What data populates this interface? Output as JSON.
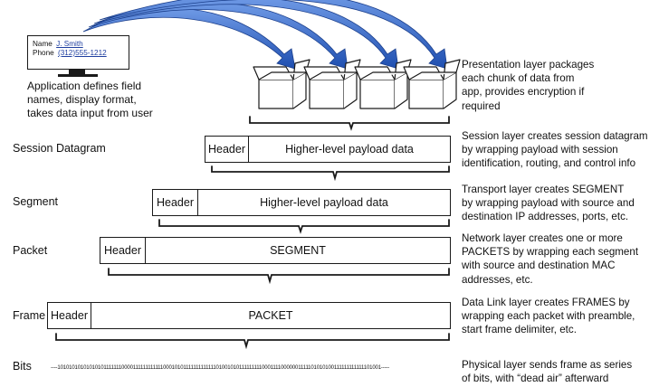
{
  "app_form": {
    "name_label": "Name",
    "name_value": "J. Smith",
    "phone_label": "Phone",
    "phone_value": "(312)555-1212"
  },
  "app_caption": [
    "Application defines field",
    "names, display format,",
    "takes data input from user"
  ],
  "presentation_desc": [
    "Presentation layer packages",
    "each chunk of data from",
    "app, provides encryption if",
    "required"
  ],
  "session": {
    "label": "Session Datagram",
    "header": "Header",
    "payload": "Higher-level payload data",
    "desc": [
      "Session layer creates session datagram",
      "by wrapping payload with session",
      "identification, routing, and control info"
    ]
  },
  "segment": {
    "label": "Segment",
    "header": "Header",
    "payload": "Higher-level payload data",
    "desc": [
      "Transport layer creates SEGMENT",
      "by wrapping payload with source and",
      "destination IP addresses, ports, etc."
    ]
  },
  "packet": {
    "label": "Packet",
    "header": "Header",
    "payload": "SEGMENT",
    "desc": [
      "Network layer creates one or more",
      "PACKETS by wrapping each segment",
      "with source and destination MAC",
      "addresses, etc."
    ]
  },
  "frame": {
    "label": "Frame",
    "header": "Header",
    "payload": "PACKET",
    "desc": [
      "Data Link layer creates FRAMES by",
      "wrapping each packet with preamble,",
      "start frame delimiter, etc."
    ]
  },
  "bits": {
    "label": "Bits",
    "stream": "----101010101010101011111110000111111111111000101011111111111110100101011111111100011110000001111101010100111111111111101001-----",
    "desc": [
      "Physical layer sends frame as series",
      "of bits, with “dead air” afterward"
    ]
  },
  "colors": {
    "arrow": "#2a62c9",
    "arrow_dark": "#1b3f8c",
    "line": "#1a1a1a"
  },
  "icons": [
    "computer-monitor-icon",
    "package-box-icon",
    "flow-arrow-icon",
    "brace-icon"
  ]
}
